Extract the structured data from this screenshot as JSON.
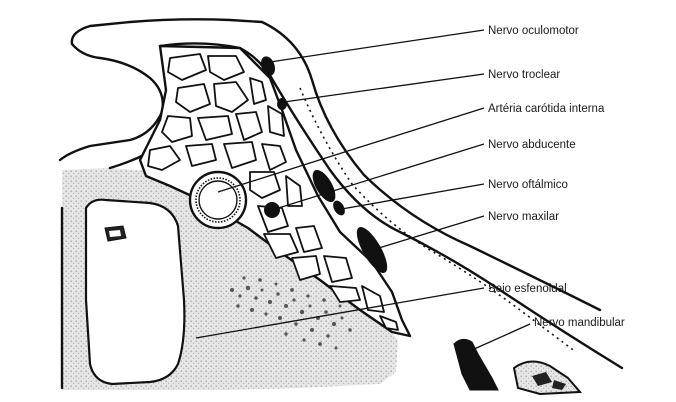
{
  "labels": {
    "oculomotor": "Nervo oculomotor",
    "troclear": "Nervo troclear",
    "carotida": "Artéria carótida interna",
    "abducente": "Nervo abducente",
    "oftalmico": "Nervo oftálmico",
    "maxilar": "Nervo maxilar",
    "seio": "Seio esfenoidal",
    "mandibular": "Nervo mandibular"
  },
  "colors": {
    "ink": "#111111",
    "stipple": "#d9d9d9",
    "paper": "#ffffff"
  }
}
